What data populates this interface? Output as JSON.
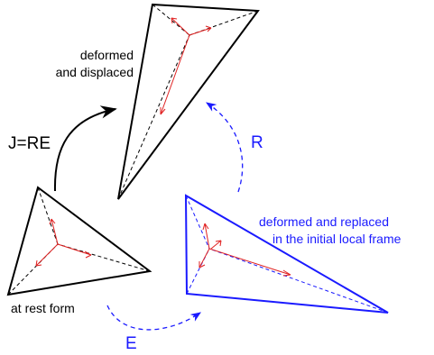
{
  "labels": {
    "deformed_displaced_line1": "deformed",
    "deformed_displaced_line2": "and displaced",
    "jacobian": "J=RE",
    "rotation": "R",
    "replaced_line1": "deformed and replaced",
    "replaced_line2": "in the initial local frame",
    "rest_form": "at rest form",
    "strain": "E"
  },
  "colors": {
    "black": "#000000",
    "blue": "#1a1aff",
    "red": "#e02020"
  }
}
